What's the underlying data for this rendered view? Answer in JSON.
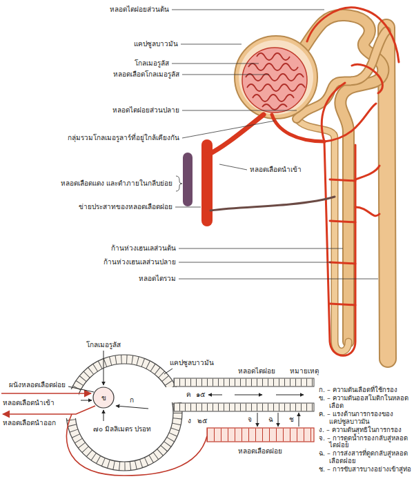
{
  "diagram": {
    "nodes": [
      {
        "text": [
          "ข"
        ]
      }
    ],
    "labels": [
      "หลอดไตฝอยส่วนต้น",
      "แคปซูลบาวมัน",
      "โกลเมอรูลัส",
      "หลอดเลือดโกลเมอรูลัส",
      "หลอดไตฝอยส่วนปลาย",
      "กลุ่มรวมโกลเมอรูลาร์ที่อยู่ใกล้เคียงกัน",
      "หลอดเลือดนำเข้า",
      "หลอดเลือดแดง และดำภายในกลีบย่อย",
      "ข่ายประสาทของหลอดเลือดฝอย",
      "ก้านห่วงเฮนเลส่วนต้น",
      "ก้านห่วงเฮนเลส่วนปลาย",
      "หลอดไตรวม",
      "โกลเมอรูลัส",
      "แคปซูลบาวมัน",
      "ผนังหลอดเลือดฝอย",
      "หลอดเลือดนำเข้า",
      "หลอดเลือดนำออก",
      "ก",
      "ค",
      "๑๕",
      "ง",
      "๒๕",
      "๗๐ มิลลิเมตร ปรอท",
      "หลอดไตฝอย",
      "หมายเหตุ",
      "จ",
      "ฉ",
      "ช",
      "หลอดเลือดฝอย",
      "ก. – ความดันเลือดที่ใช้กรอง",
      "ข. – ความดันออสโมติกในหลอดเลือด",
      "ค. – แรงต้านการกรองของแคปซูลบาวมัน",
      "ง. – ความดันสุทธิในการกรอง",
      "จ. – การดูดน้ำกรองกลับสู่หลอดไตฝอย",
      "ฉ. – การส่งสารที่ดูดกลับสู่หลอดเลือดฝอย",
      "ช. – การขับสารบางอย่างเข้าสู่ท่อ"
    ]
  }
}
